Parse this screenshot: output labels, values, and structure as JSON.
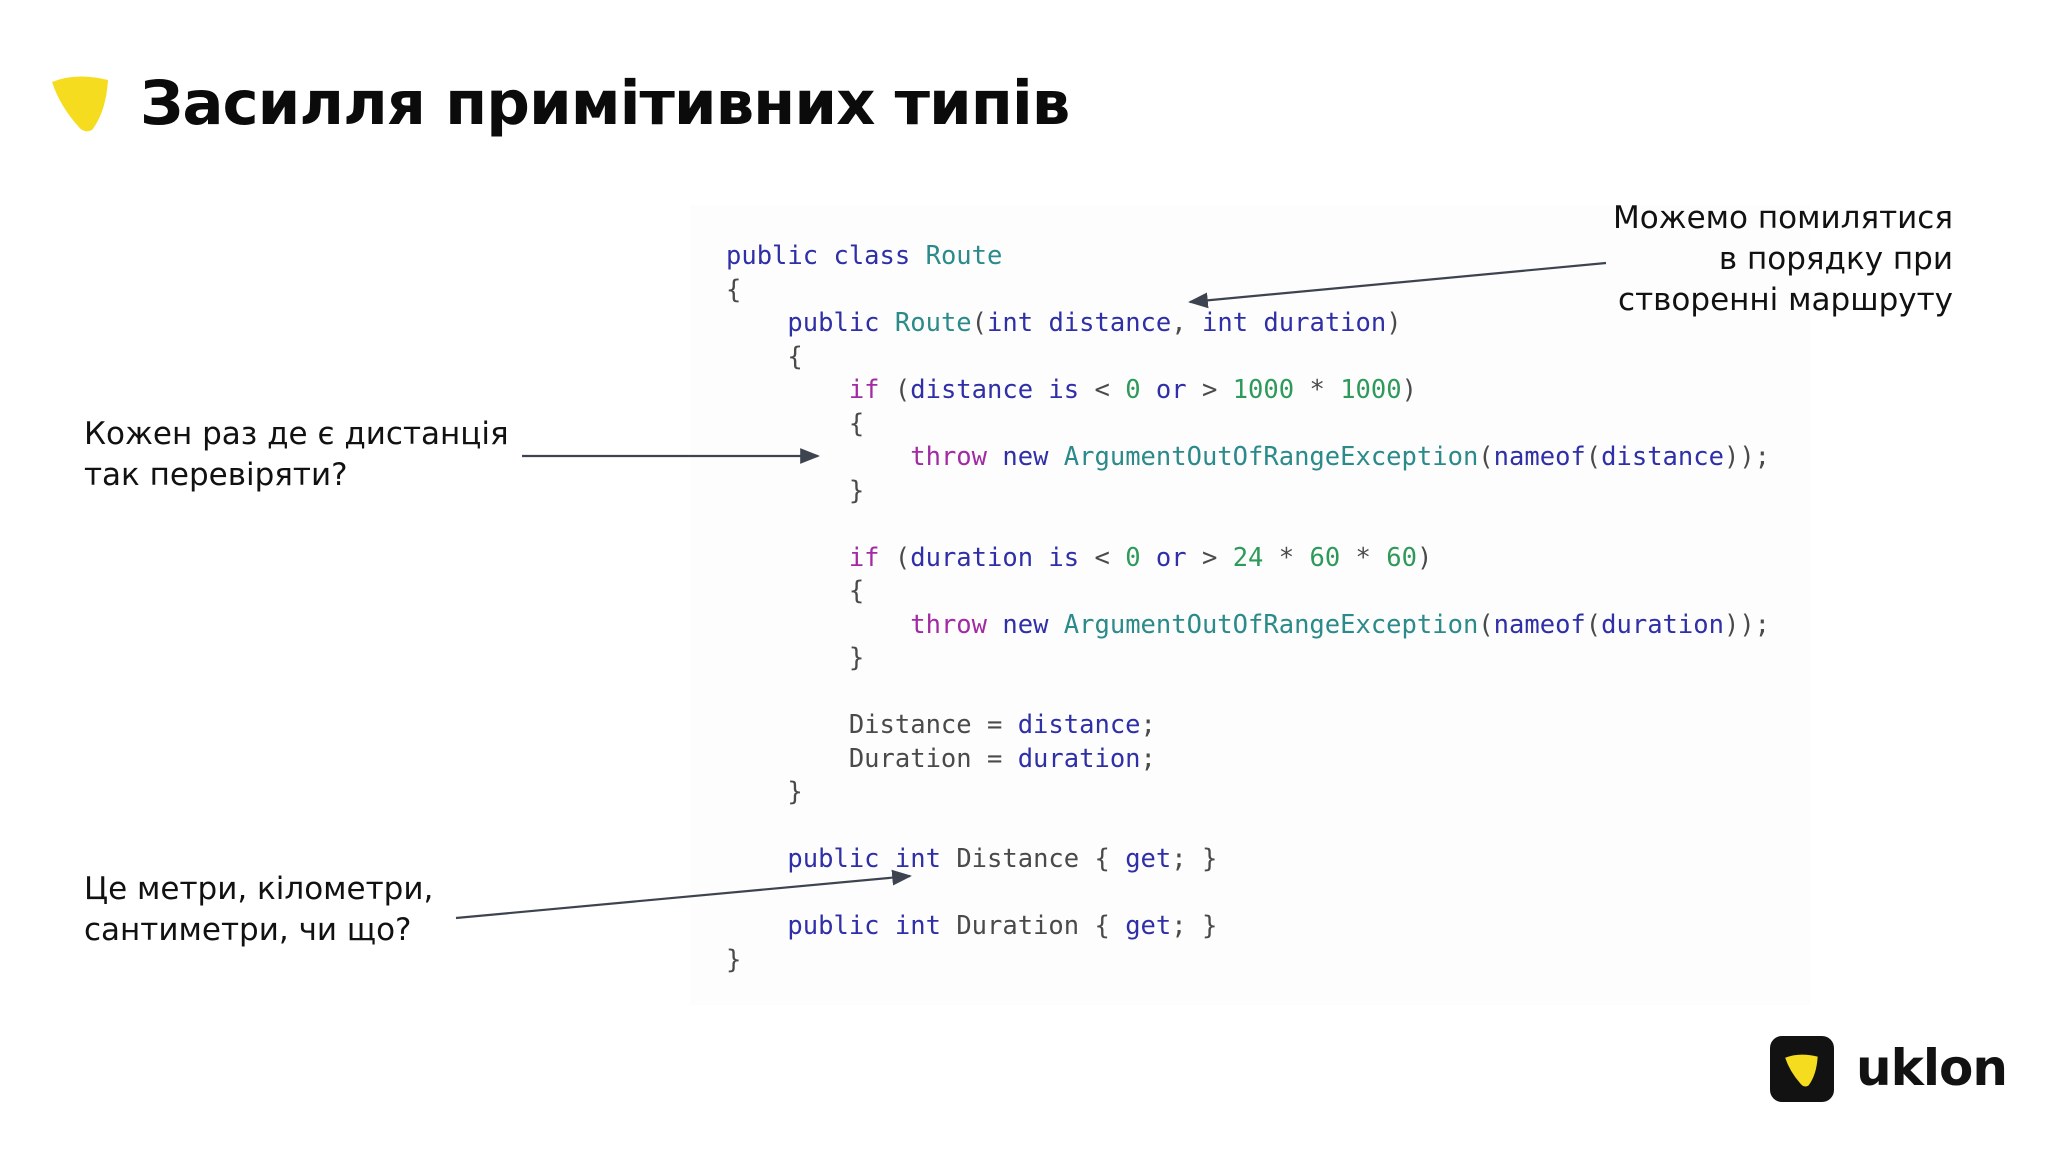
{
  "slide": {
    "title": "Засилля примітивних типів",
    "accent_color": "#f5dc1e"
  },
  "code": {
    "lines": [
      [
        [
          "kw",
          "public class "
        ],
        [
          "type",
          "Route"
        ]
      ],
      [
        [
          "pl",
          "{"
        ]
      ],
      [
        [
          "pl",
          "    "
        ],
        [
          "kw",
          "public "
        ],
        [
          "type",
          "Route"
        ],
        [
          "pl",
          "("
        ],
        [
          "kw",
          "int "
        ],
        [
          "id",
          "distance"
        ],
        [
          "pl",
          ", "
        ],
        [
          "kw",
          "int "
        ],
        [
          "id",
          "duration"
        ],
        [
          "pl",
          ")"
        ]
      ],
      [
        [
          "pl",
          "    {"
        ]
      ],
      [
        [
          "pl",
          "        "
        ],
        [
          "ctl",
          "if "
        ],
        [
          "pl",
          "("
        ],
        [
          "id",
          "distance "
        ],
        [
          "kw",
          "is "
        ],
        [
          "pl",
          "< "
        ],
        [
          "num",
          "0 "
        ],
        [
          "kw",
          "or "
        ],
        [
          "pl",
          "> "
        ],
        [
          "num",
          "1000 "
        ],
        [
          "pl",
          "* "
        ],
        [
          "num",
          "1000"
        ],
        [
          "pl",
          ")"
        ]
      ],
      [
        [
          "pl",
          "        {"
        ]
      ],
      [
        [
          "pl",
          "            "
        ],
        [
          "ctl",
          "throw "
        ],
        [
          "kw",
          "new "
        ],
        [
          "type",
          "ArgumentOutOfRangeException"
        ],
        [
          "pl",
          "("
        ],
        [
          "id",
          "nameof"
        ],
        [
          "pl",
          "("
        ],
        [
          "id",
          "distance"
        ],
        [
          "pl",
          "));"
        ]
      ],
      [
        [
          "pl",
          "        }"
        ]
      ],
      [],
      [
        [
          "pl",
          "        "
        ],
        [
          "ctl",
          "if "
        ],
        [
          "pl",
          "("
        ],
        [
          "id",
          "duration "
        ],
        [
          "kw",
          "is "
        ],
        [
          "pl",
          "< "
        ],
        [
          "num",
          "0 "
        ],
        [
          "kw",
          "or "
        ],
        [
          "pl",
          "> "
        ],
        [
          "num",
          "24 "
        ],
        [
          "pl",
          "* "
        ],
        [
          "num",
          "60 "
        ],
        [
          "pl",
          "* "
        ],
        [
          "num",
          "60"
        ],
        [
          "pl",
          ")"
        ]
      ],
      [
        [
          "pl",
          "        {"
        ]
      ],
      [
        [
          "pl",
          "            "
        ],
        [
          "ctl",
          "throw "
        ],
        [
          "kw",
          "new "
        ],
        [
          "type",
          "ArgumentOutOfRangeException"
        ],
        [
          "pl",
          "("
        ],
        [
          "id",
          "nameof"
        ],
        [
          "pl",
          "("
        ],
        [
          "id",
          "duration"
        ],
        [
          "pl",
          "));"
        ]
      ],
      [
        [
          "pl",
          "        }"
        ]
      ],
      [],
      [
        [
          "pl",
          "        Distance = "
        ],
        [
          "id",
          "distance"
        ],
        [
          "pl",
          ";"
        ]
      ],
      [
        [
          "pl",
          "        Duration = "
        ],
        [
          "id",
          "duration"
        ],
        [
          "pl",
          ";"
        ]
      ],
      [
        [
          "pl",
          "    }"
        ]
      ],
      [],
      [
        [
          "pl",
          "    "
        ],
        [
          "kw",
          "public int "
        ],
        [
          "pl",
          "Distance { "
        ],
        [
          "id",
          "get"
        ],
        [
          "pl",
          "; }"
        ]
      ],
      [],
      [
        [
          "pl",
          "    "
        ],
        [
          "kw",
          "public int "
        ],
        [
          "pl",
          "Duration { "
        ],
        [
          "id",
          "get"
        ],
        [
          "pl",
          "; }"
        ]
      ],
      [
        [
          "pl",
          "}"
        ]
      ]
    ]
  },
  "annotations": {
    "order": [
      "Можемо помилятися",
      "в порядку при",
      "створенні маршруту"
    ],
    "validation": [
      "Кожен раз де є дистанція",
      "так перевіряти?"
    ],
    "units": [
      "Це метри, кілометри,",
      "сантиметри, чи що?"
    ]
  },
  "brand": {
    "name": "uklon",
    "accent_color": "#f5dc1e"
  }
}
